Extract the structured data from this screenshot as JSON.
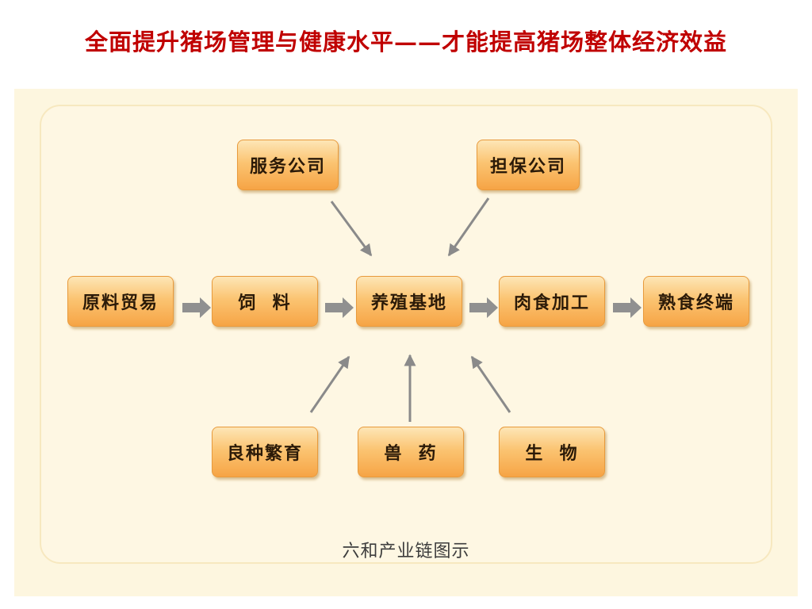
{
  "title": "全面提升猪场管理与健康水平——才能提高猪场整体经济效益",
  "diagram": {
    "nodes": {
      "service": "服务公司",
      "guarantee": "担保公司",
      "raw_trade": "原料贸易",
      "feed": "饲  料",
      "farm": "养殖基地",
      "meat": "肉食加工",
      "cooked": "熟食终端",
      "breeding": "良种繁育",
      "vet_drug": "兽  药",
      "bio": "生  物"
    },
    "caption": "六和产业链图示"
  },
  "colors": {
    "title": "#c00000",
    "node_top": "#fde6b6",
    "node_bottom": "#f6a445",
    "arrow": "#909090",
    "panel": "#fdf6df"
  }
}
